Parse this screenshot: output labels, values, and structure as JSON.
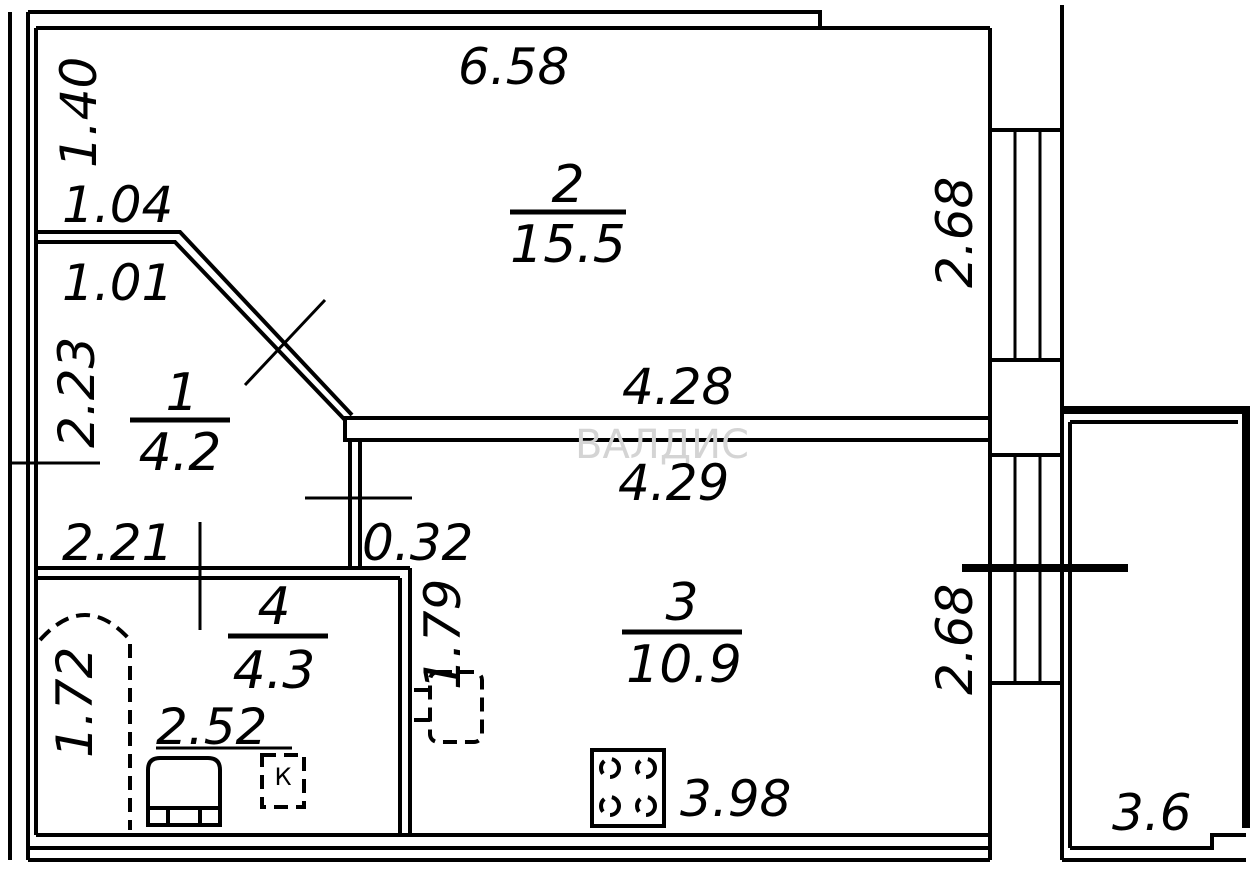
{
  "rooms": [
    {
      "number": "1",
      "area": "4.2"
    },
    {
      "number": "2",
      "area": "15.5"
    },
    {
      "number": "3",
      "area": "10.9"
    },
    {
      "number": "4",
      "area": "4.3"
    }
  ],
  "dimensions": {
    "room2_top": "6.58",
    "left_top": "1.40",
    "room1_top_outer": "1.04",
    "room1_top_inner": "1.01",
    "room2_right": "2.68",
    "room2_bottom": "4.28",
    "room1_left": "2.23",
    "room3_top": "4.29",
    "room1_bottom": "2.21",
    "partition": "0.32",
    "room3_left": "1.79",
    "room3_right": "2.68",
    "room4_left": "1.72",
    "room4_bottom": "2.52",
    "room3_bottom": "3.98",
    "balcony": "3.6"
  },
  "watermark": "ВАЛДИС",
  "fixtures": {
    "k_label": "К"
  }
}
